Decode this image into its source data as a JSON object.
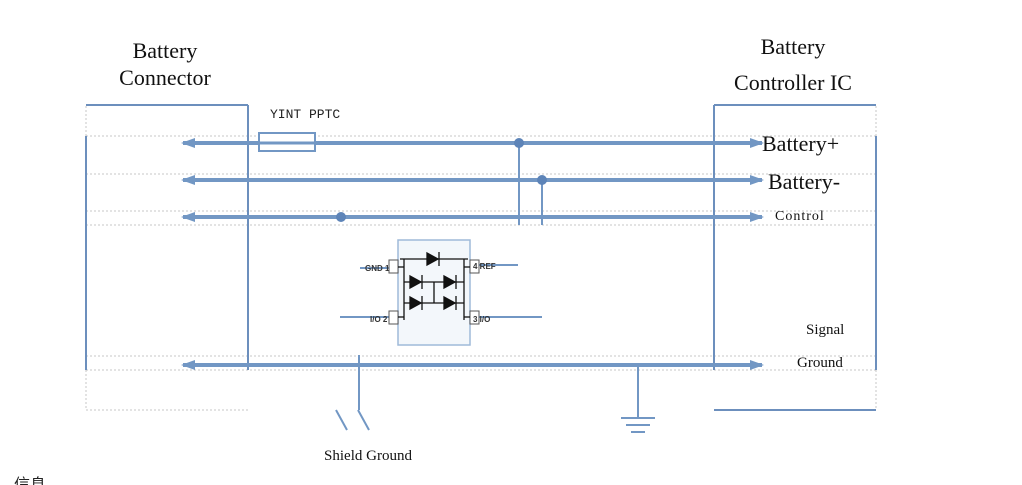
{
  "colors": {
    "bus": "#7297c4",
    "box": "#6c8fbd",
    "dash": "#c7c7c7",
    "node": "#5d84b8",
    "chip_border": "#9fbad9",
    "chip_fill": "#f3f7fb",
    "diode": "#111111",
    "text": "#111111"
  },
  "labels": {
    "connector_line1": "Battery",
    "connector_line2": "Connector",
    "controller_line1": "Battery",
    "controller_line2": "Controller IC",
    "pptc": "YINT PPTC",
    "battery_plus": "Battery+",
    "battery_minus": "Battery-",
    "control": "Control",
    "signal": "Signal",
    "ground": "Ground",
    "shield_ground": "Shield Ground",
    "footer_fragment": "信息"
  },
  "chip": {
    "pins": {
      "p1": "GND 1",
      "p2": "I/O 2",
      "p3": "3 I/O",
      "p4": "4 REF"
    }
  }
}
